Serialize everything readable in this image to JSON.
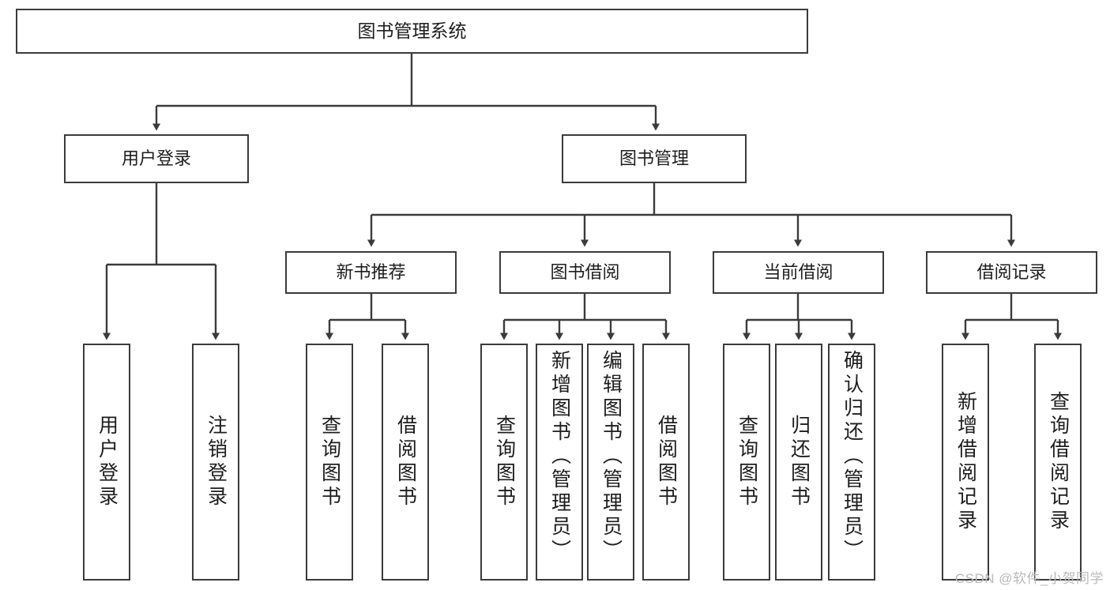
{
  "diagram": {
    "title": "图书管理系统",
    "type": "tree-hierarchy",
    "root": {
      "label": "图书管理系统"
    },
    "level1": [
      {
        "label": "用户登录"
      },
      {
        "label": "图书管理"
      }
    ],
    "level2": [
      {
        "label": "新书推荐"
      },
      {
        "label": "图书借阅"
      },
      {
        "label": "当前借阅"
      },
      {
        "label": "借阅记录"
      }
    ],
    "leaves": {
      "user_login": [
        {
          "label": "用户登录"
        },
        {
          "label": "注销登录"
        }
      ],
      "new_book_recommend": [
        {
          "label": "查询图书"
        },
        {
          "label": "借阅图书"
        }
      ],
      "book_borrow": [
        {
          "label": "查询图书"
        },
        {
          "label": "新增图书（管理员）"
        },
        {
          "label": "编辑图书（管理员）"
        },
        {
          "label": "借阅图书"
        }
      ],
      "current_borrow": [
        {
          "label": "查询图书"
        },
        {
          "label": "归还图书"
        },
        {
          "label": "确认归还（管理员）"
        }
      ],
      "borrow_record": [
        {
          "label": "新增借阅记录"
        },
        {
          "label": "查询借阅记录"
        }
      ]
    }
  },
  "watermark": {
    "text": "CSDN @软件_小贺同学"
  },
  "colors": {
    "box_border": "#3b3b3b",
    "box_fill": "#ffffff",
    "text": "#1d1d1d",
    "connector": "#3b3b3b",
    "watermark": "#b9b9b9"
  }
}
